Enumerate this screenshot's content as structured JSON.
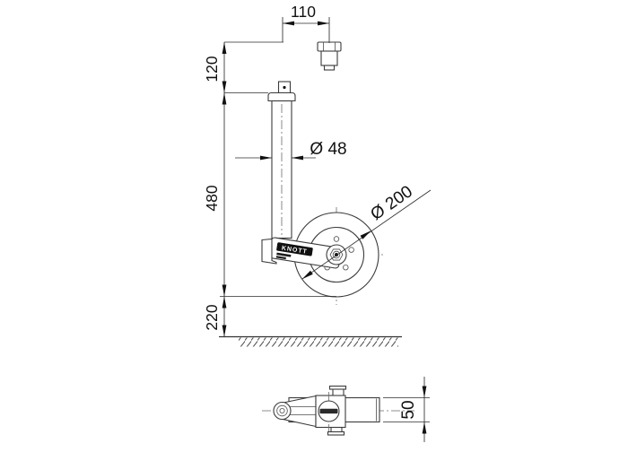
{
  "diagram": {
    "type": "technical-drawing",
    "subject": "trailer jockey wheel, front view with dimensions and folded side view",
    "brand": "KNOTT",
    "colors": {
      "line": "#3b3b3b",
      "dimension_text": "#111111",
      "background": "#ffffff",
      "label_bg": "#101010",
      "label_text": "#ffffff"
    },
    "front_view": {
      "dim_crank_offset": "110",
      "dim_crank_height": "120",
      "dim_tube_length": "480",
      "dim_lift": "220",
      "dim_tube_diameter": "Ø 48",
      "dim_wheel_diameter": "Ø 200"
    },
    "side_view": {
      "dim_tube_height": "50"
    }
  }
}
